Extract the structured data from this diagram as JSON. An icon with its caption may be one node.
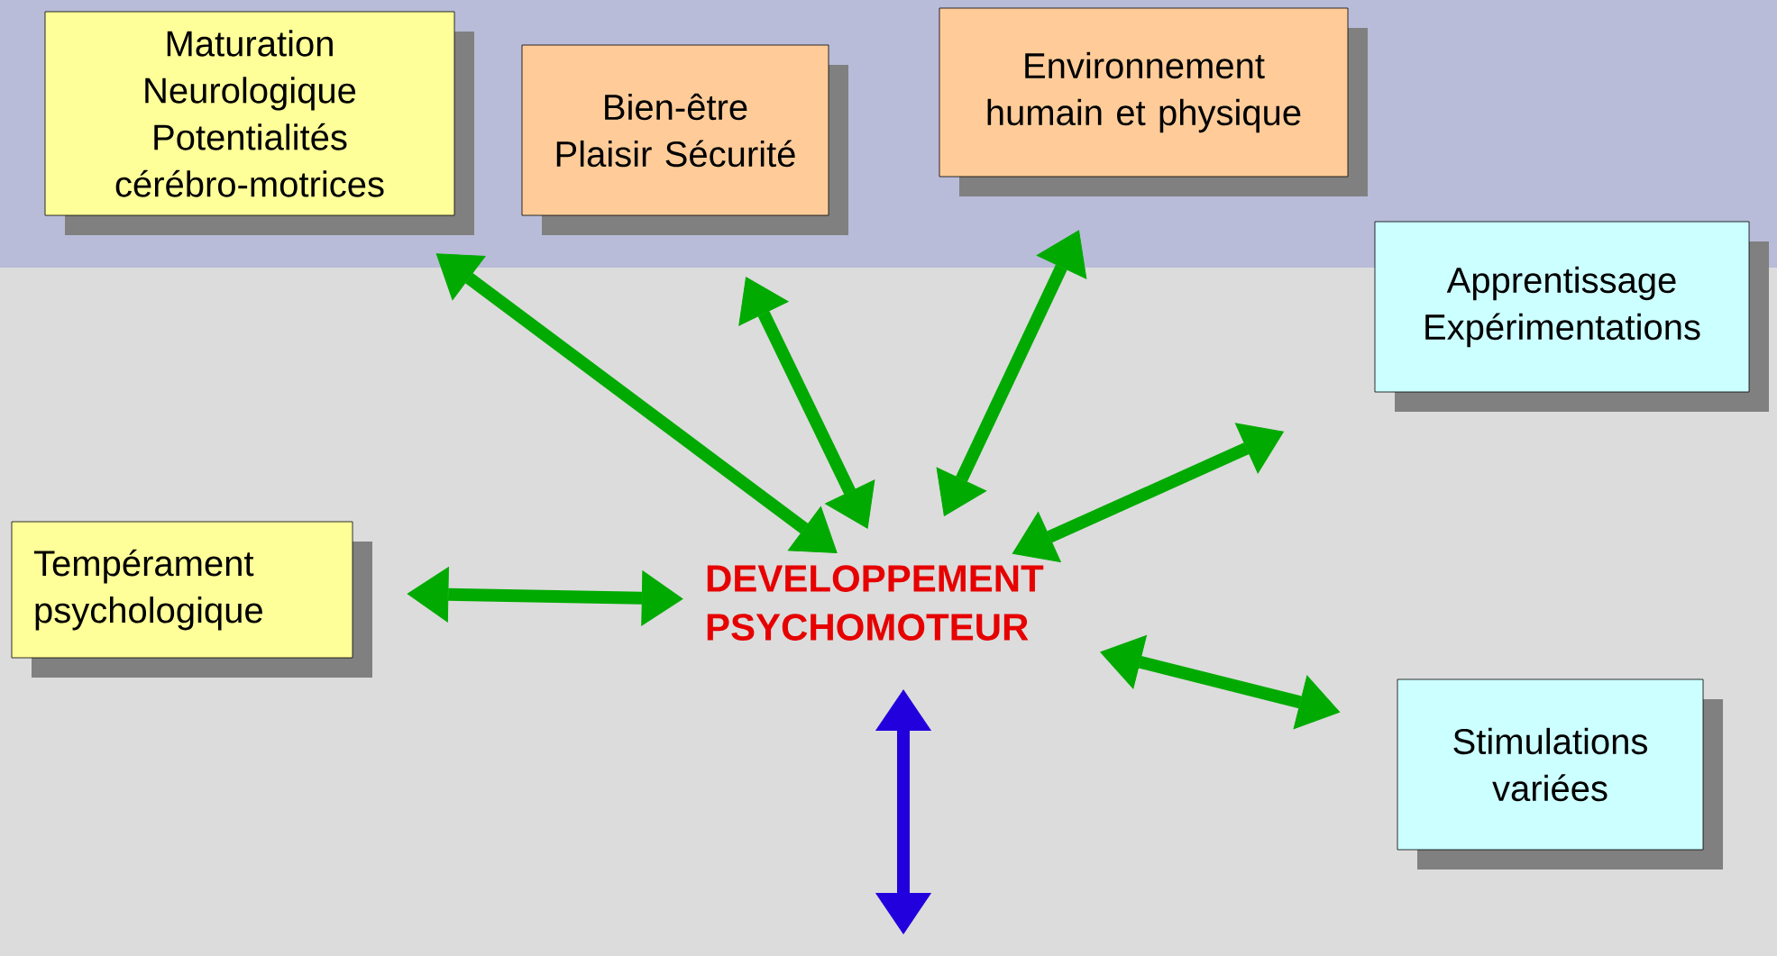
{
  "diagram": {
    "nodes": [
      {
        "text": [
          "Maturation Neurologique Potentialités cérébro-motrices"
        ]
      },
      {
        "text": [
          "Bien-être Plaisir Sécurité"
        ]
      },
      {
        "text": [
          "Environnement humain et physique"
        ]
      },
      {
        "text": [
          "Apprentissage Expérimentations"
        ]
      },
      {
        "text": [
          "Tempérament psychologique"
        ]
      },
      {
        "text": [
          "DEVELOPPEMENT PSYCHOMOTEUR"
        ]
      },
      {
        "text": [
          "Stimulations variées"
        ]
      }
    ],
    "edges": [
      {
        "from": 0,
        "to": 5,
        "arrow": "both"
      },
      {
        "from": 1,
        "to": 5,
        "arrow": "both"
      },
      {
        "from": 2,
        "to": 5,
        "arrow": "both"
      },
      {
        "from": 3,
        "to": 5,
        "arrow": "both"
      },
      {
        "from": 4,
        "to": 5,
        "arrow": "both"
      },
      {
        "from": 6,
        "to": 5,
        "arrow": "both"
      },
      {
        "from": 5,
        "to": null,
        "arrow": "both",
        "color": "#2200dd"
      }
    ]
  }
}
